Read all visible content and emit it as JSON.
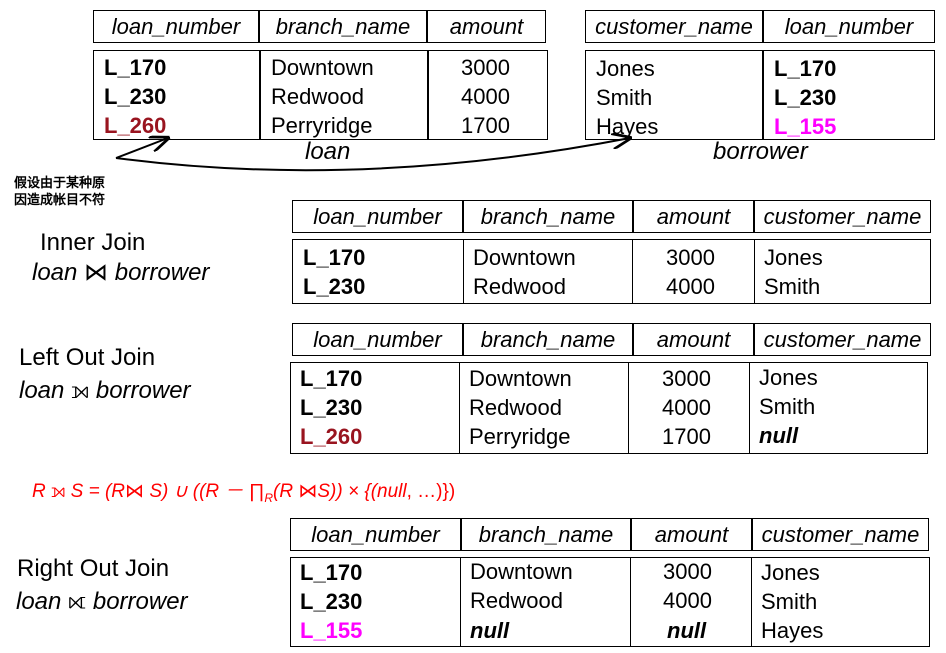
{
  "loan": {
    "headers": [
      "loan_number",
      "branch_name",
      "amount"
    ],
    "col1": [
      "L_170",
      "L_230",
      "L_260"
    ],
    "col2": [
      "Downtown",
      "Redwood",
      "Perryridge"
    ],
    "col3": [
      "3000",
      "4000",
      "1700"
    ],
    "caption": "loan"
  },
  "borrower": {
    "headers": [
      "customer_name",
      "loan_number"
    ],
    "col1": [
      "Jones",
      "Smith",
      "Hayes"
    ],
    "col2": [
      "L_170",
      "L_230",
      "L_155"
    ],
    "caption": "borrower"
  },
  "note": [
    "假设由于某种原",
    "因造成帐目不符"
  ],
  "inner_join": {
    "title": "Inner Join",
    "expr_left": "loan",
    "expr_right": "borrower",
    "headers": [
      "loan_number",
      "branch_name",
      "amount",
      "customer_name"
    ],
    "col1": [
      "L_170",
      "L_230"
    ],
    "col2": [
      "Downtown",
      "Redwood"
    ],
    "col3": [
      "3000",
      "4000"
    ],
    "col4": [
      "Jones",
      "Smith"
    ]
  },
  "left_join": {
    "title": "Left Out Join",
    "expr_left": "loan",
    "expr_right": "borrower",
    "headers": [
      "loan_number",
      "branch_name",
      "amount",
      "customer_name"
    ],
    "col1": [
      "L_170",
      "L_230",
      "L_260"
    ],
    "col2": [
      "Downtown",
      "Redwood",
      "Perryridge"
    ],
    "col3": [
      "3000",
      "4000",
      "1700"
    ],
    "col4": [
      "Jones",
      "Smith",
      "null"
    ]
  },
  "formula": {
    "r1": "R",
    "s1": "S = (R",
    "s2": "S) ∪ ((R － ∏",
    "sub": "R",
    "s3": "(R",
    "s4": "S)) × {(",
    "null": "null",
    "s5": ", …)})"
  },
  "right_join": {
    "title": "Right Out Join",
    "expr_left": "loan",
    "expr_right": "borrower",
    "headers": [
      "loan_number",
      "branch_name",
      "amount",
      "customer_name"
    ],
    "col1": [
      "L_170",
      "L_230",
      "L_155"
    ],
    "col2": [
      "Downtown",
      "Redwood",
      "null"
    ],
    "col3": [
      "3000",
      "4000",
      "null"
    ],
    "col4": [
      "Jones",
      "Smith",
      "Hayes"
    ]
  },
  "colors": {
    "red_key": "#99141f",
    "magenta_key": "#ff00ff",
    "formula": "#ff0000"
  }
}
